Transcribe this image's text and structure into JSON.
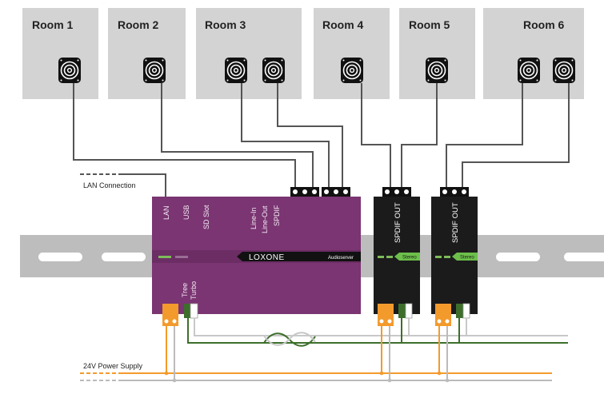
{
  "rooms": [
    {
      "label": "Room 1"
    },
    {
      "label": "Room 2"
    },
    {
      "label": "Room 3"
    },
    {
      "label": "Room 4"
    },
    {
      "label": "Room 5"
    },
    {
      "label": "Room 6"
    }
  ],
  "labels": {
    "lan_connection": "LAN Connection",
    "power_supply": "24V Power Supply"
  },
  "audioserver": {
    "ports": {
      "lan": "LAN",
      "usb": "USB",
      "sd": "SD Slot",
      "line_in": "Line-In",
      "line_out": "Line-Out",
      "spdif": "SPDIF"
    },
    "logo": "LOXONE",
    "name": "Audioserver",
    "tree": "Tree",
    "turbo": "Turbo"
  },
  "extensions": [
    {
      "label": "SPDIF OUT",
      "badge": "Stereo"
    },
    {
      "label": "SPDIF OUT",
      "badge": "Stereo"
    }
  ],
  "colors": {
    "room_bg": "#d3d3d3",
    "rail": "#bdbdbd",
    "audioserver": "#7a3572",
    "extension": "#1b1b1b",
    "power": "#f39a2c",
    "tree": "#3d6f2b",
    "lan": "#555555"
  }
}
